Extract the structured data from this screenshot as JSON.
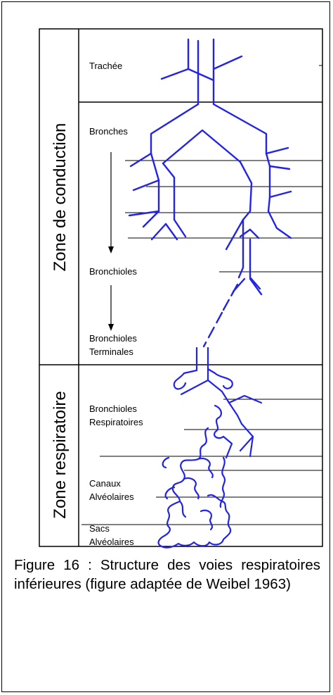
{
  "zones": {
    "conduction": "Zone de conduction",
    "respiratory": "Zone respiratoire"
  },
  "stages": {
    "trachee": "Trachée",
    "bronches": "Bronches",
    "bronchioles": "Bronchioles",
    "terminales_1": "Bronchioles",
    "terminales_2": "Terminales",
    "respiratoires_1": "Bronchioles",
    "respiratoires_2": "Respiratoires",
    "canaux_1": "Canaux",
    "canaux_2": "Alvéolaires",
    "sacs_1": "Sacs",
    "sacs_2": "Alvéolaires"
  },
  "caption": "Figure 16 : Structure des voies respiratoires inférieures (figure adaptée de Weibel 1963)",
  "colors": {
    "airway": "#2323e8",
    "lines": "#000000"
  }
}
